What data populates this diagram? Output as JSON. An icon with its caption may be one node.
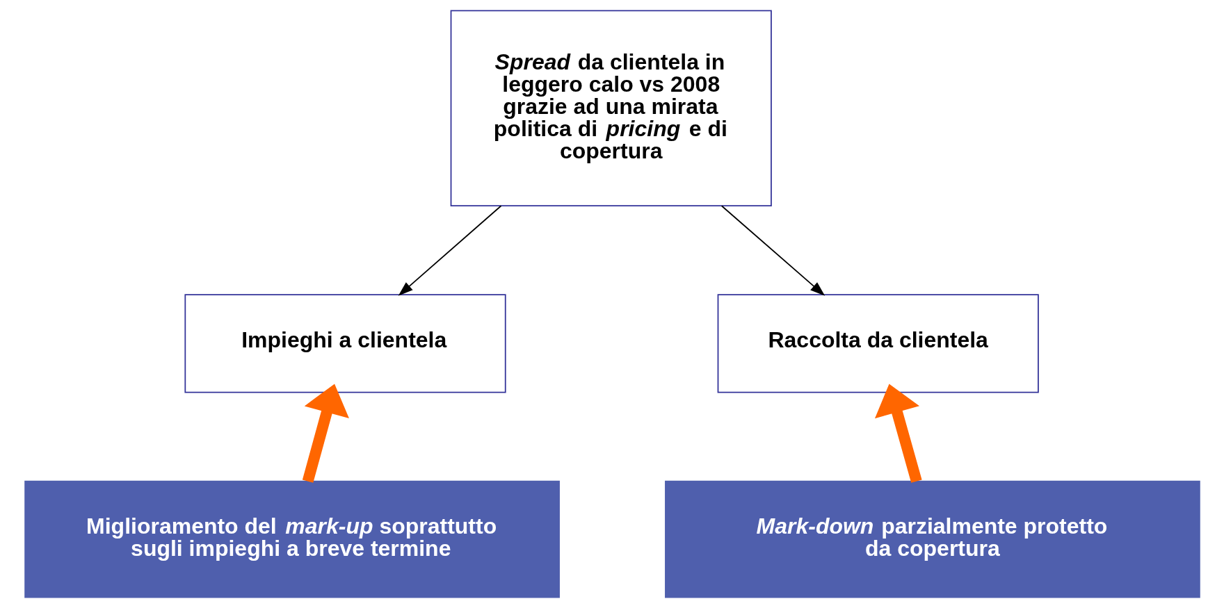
{
  "diagram": {
    "nodes": [
      {
        "text": [
          "*Spread* da clientela in leggero calo vs 2008 grazie ad una mirata politica di *pricing* e di copertura"
        ]
      },
      {
        "text": [
          "Impieghi a clientela"
        ]
      },
      {
        "text": [
          "Raccolta da clientela"
        ]
      },
      {
        "text": [
          "Miglioramento del *mark-up* soprattutto sugli impieghi a breve termine"
        ]
      },
      {
        "text": [
          "*Mark-down* parzialmente protetto da copertura"
        ]
      }
    ],
    "edges": [
      {
        "from": 0,
        "to": 1,
        "arrow": "to"
      },
      {
        "from": 0,
        "to": 2,
        "arrow": "to"
      },
      {
        "from": 3,
        "to": 1,
        "arrow": "to",
        "style": "thick",
        "color": "#ff6600"
      },
      {
        "from": 4,
        "to": 2,
        "arrow": "to",
        "style": "thick",
        "color": "#ff6600"
      }
    ]
  }
}
